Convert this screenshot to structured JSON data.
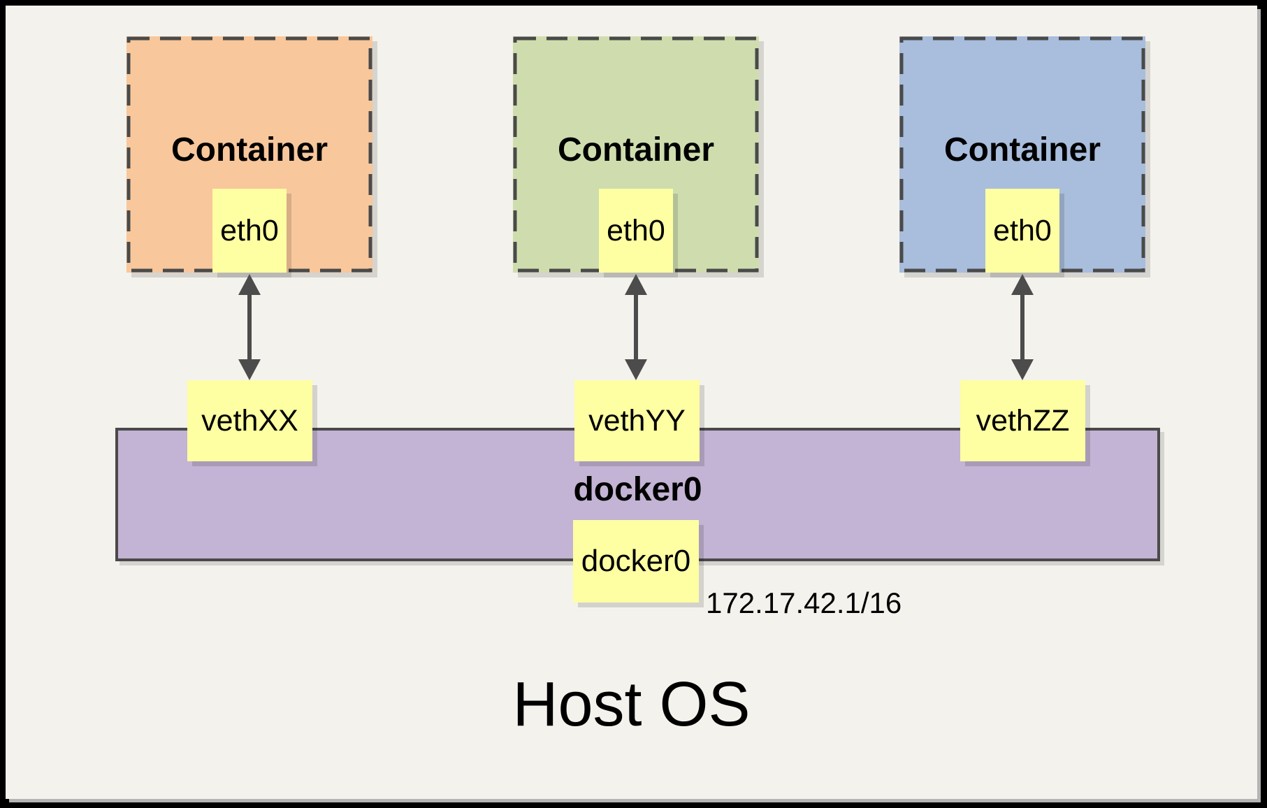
{
  "host": {
    "label": "Host OS"
  },
  "containers": [
    {
      "label": "Container",
      "interface": "eth0",
      "veth": "vethXX",
      "fill": "#f8c79b"
    },
    {
      "label": "Container",
      "interface": "eth0",
      "veth": "vethYY",
      "fill": "#cfddae"
    },
    {
      "label": "Container",
      "interface": "eth0",
      "veth": "vethZZ",
      "fill": "#a9bddc"
    }
  ],
  "bridge": {
    "label": "docker0",
    "interface_label": "docker0",
    "ip": "172.17.42.1/16",
    "fill": "#c3b3d4"
  },
  "colors": {
    "node_fill": "#feffa2",
    "canvas_background": "#f4f2ec",
    "frame": "#000000",
    "dashed_border": "#4a4a4a",
    "arrow": "#4c4c4c"
  }
}
